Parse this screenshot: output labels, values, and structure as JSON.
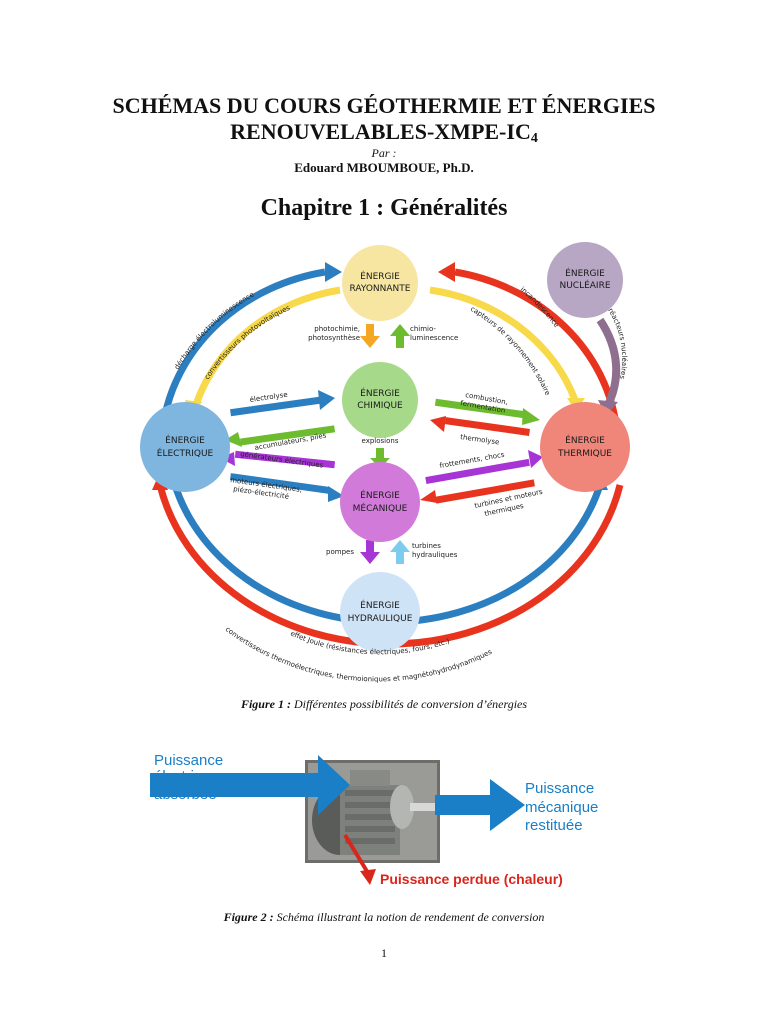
{
  "header": {
    "title_line1": "SCHÉMAS DU COURS GÉOTHERMIE ET ÉNERGIES",
    "title_line2": "RENOUVELABLES-XMPE-IC",
    "title_sub": "4",
    "par": "Par :",
    "author": "Edouard MBOUMBOUE, Ph.D.",
    "chapter": "Chapitre 1 : Généralités"
  },
  "figure1": {
    "colors": {
      "rayonnante": "#f6e6a2",
      "nucleaire": "#b7a6c4",
      "chimique": "#a7d98b",
      "electrique": "#7eb6e0",
      "thermique": "#f0857a",
      "mecanique": "#d17ad9",
      "hydraulique": "#cfe3f6",
      "blue": "#2b7fc0",
      "red": "#e8341f",
      "yellow": "#f7d94a",
      "green": "#6dbb2e",
      "purple": "#a735d6",
      "orange": "#f5a623",
      "lightblue": "#7ecbf0",
      "mauve": "#8e6f8f"
    },
    "nodes": {
      "rayonnante": [
        "ÉNERGIE",
        "RAYONNANTE"
      ],
      "nucleaire": [
        "ÉNERGIE",
        "NUCLÉAIRE"
      ],
      "chimique": [
        "ÉNERGIE",
        "CHIMIQUE"
      ],
      "electrique": [
        "ÉNERGIE",
        "ÉLECTRIQUE"
      ],
      "thermique": [
        "ÉNERGIE",
        "THERMIQUE"
      ],
      "mecanique": [
        "ÉNERGIE",
        "MÉCANIQUE"
      ],
      "hydraulique": [
        "ÉNERGIE",
        "HYDRAULIQUE"
      ]
    },
    "labels": {
      "photochimie": [
        "photochimie,",
        "photosynthèse"
      ],
      "chimio": [
        "chimio-",
        "luminescence"
      ],
      "electrolyse": "électrolyse",
      "accumulateurs": "accumulateurs, piles",
      "combustion": [
        "combustion,",
        "fermentation"
      ],
      "thermolyse": "thermolyse",
      "explosions": "explosions",
      "generateurs": "générateurs électriques",
      "moteurs": [
        "moteurs électriques,",
        "piézo-électricité"
      ],
      "frottements": "frottements, chocs",
      "turbines_moteurs": [
        "turbines et moteurs",
        "thermiques"
      ],
      "pompes": "pompes",
      "turbines_hydro": [
        "turbines",
        "hydrauliques"
      ],
      "decharge": "décharge électroluminescence",
      "convertisseurs_pv": "convertisseurs photovoltaïques",
      "incandescence": "incandescence",
      "capteurs": "capteurs de rayonnement solaire",
      "reacteurs": "réacteurs nucléaires",
      "effet_joule": "effet Joule (résistances électriques, fours, etc.)",
      "convertisseurs_thermo": "convertisseurs thermoélectriques, thermoioniques et magnétohydrodynamiques"
    },
    "caption_label": "Figure 1 :",
    "caption_text": " Différentes possibilités de conversion d’énergies"
  },
  "figure2": {
    "colors": {
      "arrow": "#1a7fc6",
      "text": "#1a7fc6",
      "loss": "#d9261c"
    },
    "input_label": [
      "Puissance",
      "électrique",
      "absorbée"
    ],
    "output_label": [
      "Puissance",
      "mécanique",
      "restituée"
    ],
    "loss_label": "Puissance perdue (chaleur)",
    "image_subject": "electric-motor-photo",
    "caption_label": "Figure 2 :",
    "caption_text": " Schéma illustrant la notion de rendement de conversion"
  },
  "page_number": "1"
}
